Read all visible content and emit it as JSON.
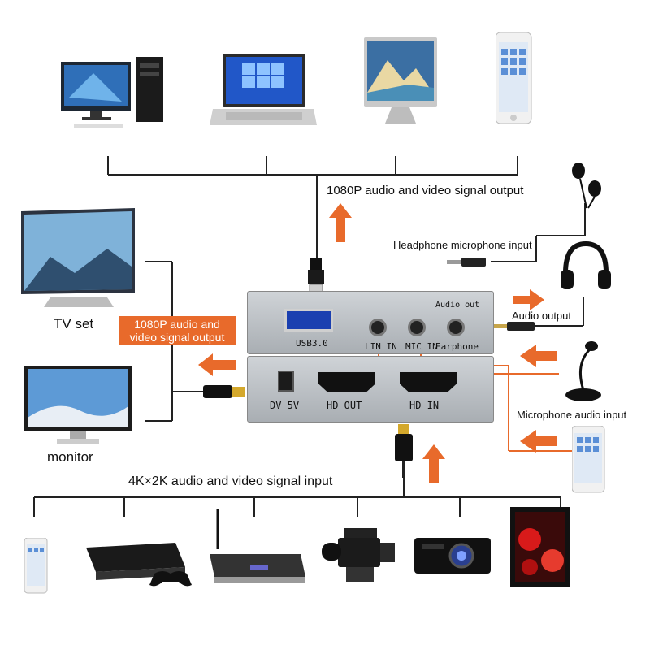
{
  "labels": {
    "top_output": "1080P audio and video signal output",
    "headphone_mic_input": "Headphone microphone input",
    "audio_output": "Audio output",
    "microphone_audio_input": "Microphone audio input",
    "tv_set": "TV set",
    "monitor": "monitor",
    "left_output_line1": "1080P audio and",
    "left_output_line2": "video signal output",
    "bottom_input": "4K×2K audio and video signal input"
  },
  "device_ports": {
    "audio_out": "Audio out",
    "usb": "USB3.0",
    "lin_in": "LIN IN",
    "mic_in": "MIC IN",
    "earphone": "Earphone",
    "dc": "DV 5V",
    "hd_out": "HD OUT",
    "hd_in": "HD IN"
  },
  "colors": {
    "accent": "#e86a2b",
    "device_body": "#b9bec3",
    "wire": "#222222"
  },
  "icons": {
    "top_devices": [
      "desktop-pc-icon",
      "laptop-icon",
      "all-in-one-pc-icon",
      "smartphone-icon"
    ],
    "bottom_devices": [
      "smartphone-icon",
      "game-console-icon",
      "set-top-box-icon",
      "camcorder-icon",
      "projector-icon",
      "gaming-pc-icon"
    ]
  }
}
